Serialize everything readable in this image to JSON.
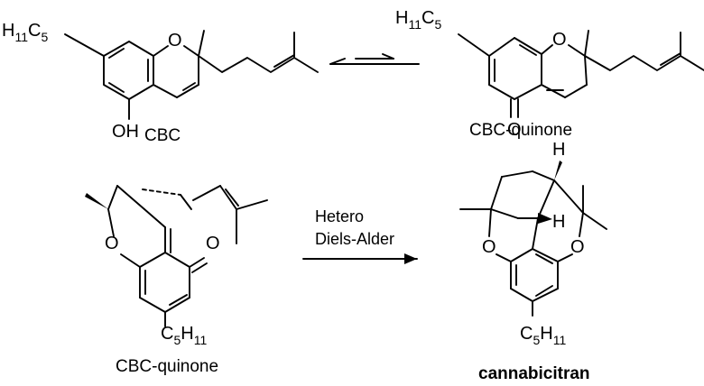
{
  "labels": {
    "cbc_name": "CBC",
    "cbc_quinone_top_name": "CBC-quinone",
    "cbc_quinone_bottom_name": "CBC-quinone",
    "product_name": "cannabicitran",
    "condition_line1": "Hetero",
    "condition_line2": "Diels-Alder"
  },
  "atoms": {
    "oxygen": "O",
    "hydroxyl": "OH",
    "hydrogen": "H",
    "pentyl_prefix_h": "H",
    "pentyl_c": "C",
    "pentyl_5": "5",
    "pentyl_11": "11"
  },
  "arrows": {
    "equilibrium": "reversible",
    "reaction": "forward"
  }
}
